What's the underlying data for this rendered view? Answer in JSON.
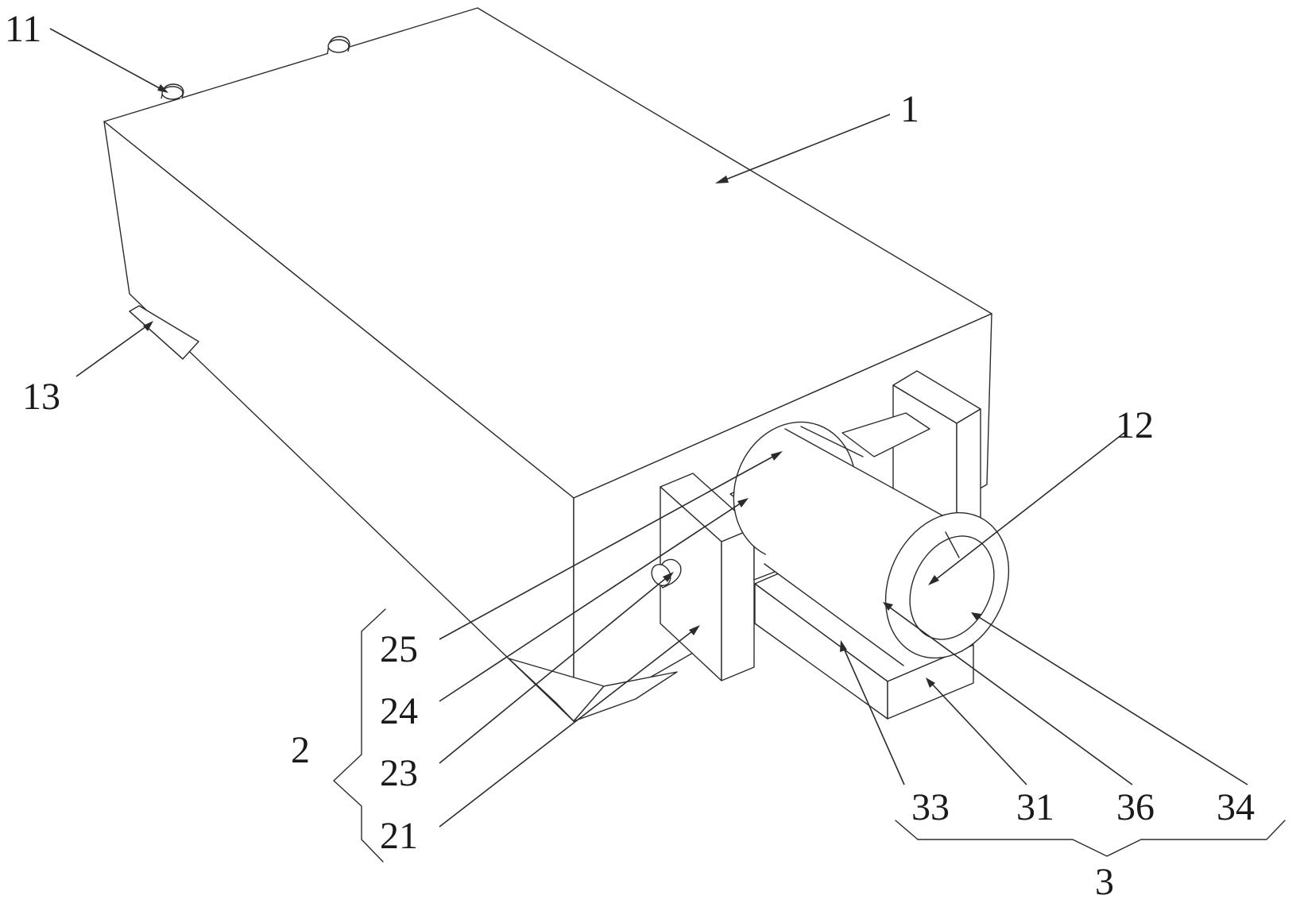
{
  "figure": {
    "labels": {
      "housing": "1",
      "pin": "11",
      "bore": "12",
      "foot": "13",
      "group_2": "2",
      "part_25": "25",
      "part_24": "24",
      "part_23": "23",
      "part_21": "21",
      "group_3": "3",
      "part_33": "33",
      "part_31": "31",
      "part_36": "36",
      "part_34": "34"
    }
  }
}
